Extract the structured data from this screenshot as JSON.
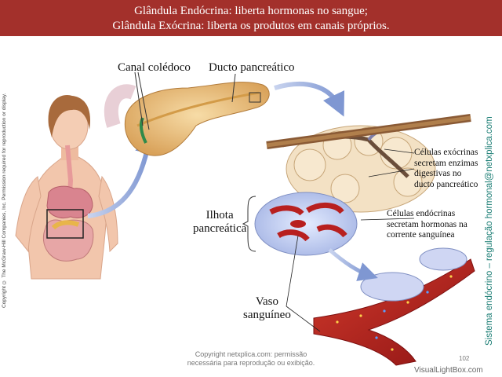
{
  "header": {
    "line1": "Glândula Endócrina: liberta hormonas no sangue;",
    "line2": "Glândula Exócrina: liberta os produtos em canais próprios."
  },
  "labels": {
    "canal_coledoco": "Canal colédoco",
    "ducto_pancreatico": "Ducto pancreático",
    "celulas_exocrinas": [
      "Células exócrinas",
      "secretam enzimas",
      "digestivas no",
      "ducto pancreático"
    ],
    "ilhota": [
      "Ilhota",
      "pancreática"
    ],
    "celulas_endocrinas": [
      "Células endócrinas",
      "secretam hormonas na",
      "corrente sanguínea"
    ],
    "vaso": [
      "Vaso",
      "sanguíneo"
    ]
  },
  "copyright_vertical": "Copyright © The McGraw-Hill Companies, Inc. Permission required for reproduction or display.",
  "side_text": "Sistema endócrino – regulação hormonal@netxplica.com",
  "footer": {
    "line1": "Copyright netxplica.com: permissão",
    "line2": "necessária para reprodução ou exibição."
  },
  "page_number": "102",
  "watermark": "VisualLightBox.com",
  "colors": {
    "header_bg": "#a3302b",
    "side_text": "#1a7d74",
    "pancreas": "#f0c98a",
    "vessel": "#b8201f",
    "arrow": "#8fa6d8"
  }
}
